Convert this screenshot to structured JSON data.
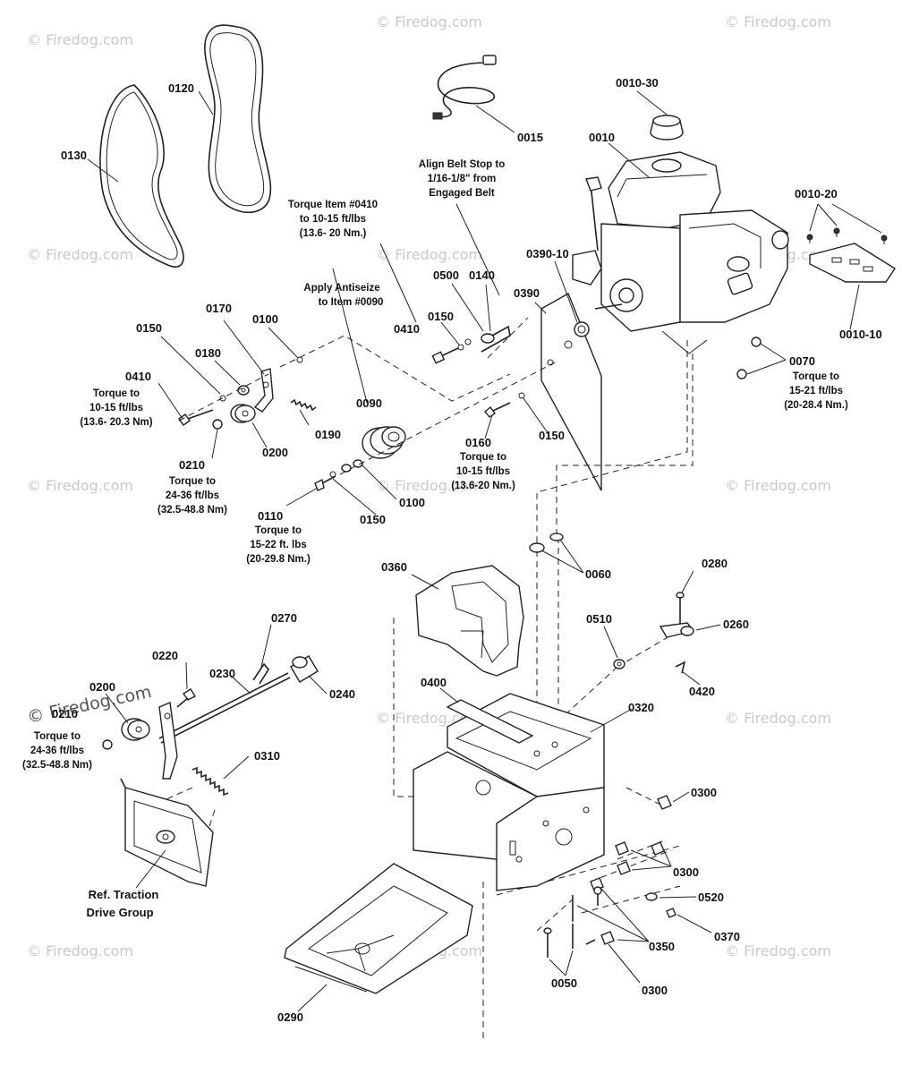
{
  "watermark": {
    "text": "© Firedog.com"
  },
  "labels": {
    "p0130": "0130",
    "p0120": "0120",
    "p0015": "0015",
    "p0010_30": "0010-30",
    "p0010": "0010",
    "p0010_20": "0010-20",
    "p0010_10": "0010-10",
    "p0390_10": "0390-10",
    "p0390": "0390",
    "p0500": "0500",
    "p0140": "0140",
    "p0150_a": "0150",
    "p0410_a": "0410",
    "p0150_b": "0150",
    "p0170": "0170",
    "p0100_a": "0100",
    "p0180": "0180",
    "p0410_b": "0410",
    "p0190": "0190",
    "p0200_a": "0200",
    "p0210_a": "0210",
    "p0090": "0090",
    "p0100_b": "0100",
    "p0150_c": "0150",
    "p0110": "0110",
    "p0160": "0160",
    "p0150_d": "0150",
    "p0070": "0070",
    "p0060": "0060",
    "p0280": "0280",
    "p0360": "0360",
    "p0270": "0270",
    "p0510": "0510",
    "p0260": "0260",
    "p0220": "0220",
    "p0230": "0230",
    "p0240": "0240",
    "p0420": "0420",
    "p0200_b": "0200",
    "p0210_b": "0210",
    "p0400": "0400",
    "p0320": "0320",
    "p0310": "0310",
    "p0300_a": "0300",
    "p0300_b": "0300",
    "p0520": "0520",
    "p0370": "0370",
    "p0350": "0350",
    "p0050": "0050",
    "p0300_c": "0300",
    "p0290": "0290"
  },
  "notes": {
    "align_belt": [
      "Align Belt Stop to",
      "1/16-1/8\" from",
      "Engaged Belt"
    ],
    "torque_0410_top": [
      "Torque Item #0410",
      "to 10-15 ft/lbs",
      "(13.6- 20 Nm.)"
    ],
    "antiseize": [
      "Apply Antiseize",
      "to Item #0090"
    ],
    "torque_0410_left": [
      "Torque to",
      "10-15 ft/lbs",
      "(13.6- 20.3 Nm)"
    ],
    "torque_0210_mid": [
      "Torque to",
      "24-36 ft/lbs",
      "(32.5-48.8 Nm)"
    ],
    "torque_0110": [
      "Torque to",
      "15-22 ft. lbs",
      "(20-29.8 Nm.)"
    ],
    "torque_0160": [
      "Torque to",
      "10-15 ft/lbs",
      "(13.6-20 Nm.)"
    ],
    "torque_0070": [
      "Torque to",
      "15-21 ft/lbs",
      "(20-28.4 Nm.)"
    ],
    "torque_0210_low": [
      "Torque to",
      "24-36 ft/lbs",
      "(32.5-48.8 Nm)"
    ],
    "ref_traction": [
      "Ref. Traction",
      "Drive Group"
    ]
  }
}
